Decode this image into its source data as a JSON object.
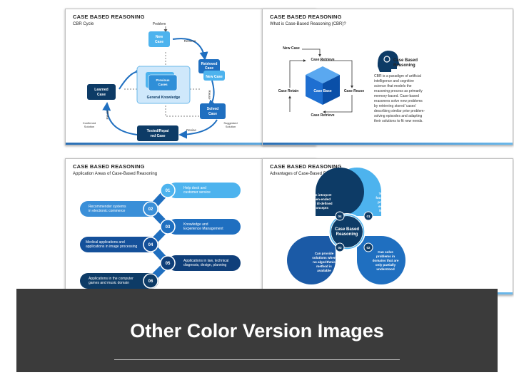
{
  "slides": [
    {
      "title": "CASE BASED REASONING",
      "subtitle": "CBR Cycle",
      "labels": {
        "problem": "Problem",
        "new_case": [
          "New",
          "Case"
        ],
        "retrieve": "Retrieve",
        "retrieved_case": [
          "Retrieved",
          "Case"
        ],
        "new_case_2": "New Case",
        "previous_cases": [
          "Previous",
          "Cases"
        ],
        "general_knowledge": "General Knowledge",
        "learned_case": [
          "Learned",
          "Case"
        ],
        "reuse": "Reuse",
        "solved_case": [
          "Solved",
          "Case"
        ],
        "suggested_solution": [
          "Suggested",
          "Solution"
        ],
        "retain": "Retain",
        "confirmed_solution": [
          "Confirmed",
          "Solution"
        ],
        "tested_case": [
          "Tested/Repai",
          "red Case"
        ],
        "revise": "Revise"
      }
    },
    {
      "title": "CASE BASED REASONING",
      "subtitle": "What is Case-Based Reasoning (CBR)?",
      "labels": {
        "new_case": "New Case",
        "case_retrieve_top": "Case Retrieve",
        "case_retain": "Case Retain",
        "case_base": "Case Base",
        "case_reuse": "Case Reuse",
        "case_retrieve_bottom": "Case Retrieve"
      },
      "side_heading": [
        "Case Based",
        "Reasoning"
      ],
      "description": [
        "CBR is a paradigm of artificial",
        "intelligence and cognitive",
        "science that models the",
        "reasoning process as primarily",
        "memory-based. Case-based",
        "reasoners solve new problems",
        "by retrieving stored 'cases'",
        "describing similar prior problem-",
        "solving episodes and adapting",
        "their solutions to fit new needs."
      ]
    },
    {
      "title": "CASE BASED REASONING",
      "subtitle": "Application Areas of Case-Based Reasoning",
      "items": [
        {
          "num": "01",
          "text": [
            "Help desk and",
            "customer service"
          ]
        },
        {
          "num": "02",
          "text": [
            "Recommender systems",
            "in electronic commerce"
          ]
        },
        {
          "num": "03",
          "text": [
            "Knowledge and",
            "Experience Management"
          ]
        },
        {
          "num": "04",
          "text": [
            "Medical applications and",
            "applications in image processing"
          ]
        },
        {
          "num": "05",
          "text": [
            "Applications in law, technical",
            "diagnosis, design, planning"
          ]
        },
        {
          "num": "06",
          "text": [
            "Applications in the computer",
            "games and music domain"
          ]
        }
      ]
    },
    {
      "title": "CASE BASED REASONING",
      "subtitle": "Advantages of Case-Based Reasoning",
      "center": [
        "Case Based",
        "Reasoning"
      ],
      "petals": [
        {
          "num": "01",
          "text": [
            "Tends to",
            "focus on the",
            "problem's",
            "essential",
            "features"
          ]
        },
        {
          "num": "02",
          "text": [
            "Can solve",
            "problems in",
            "domains that are",
            "only partially",
            "understood"
          ]
        },
        {
          "num": "03",
          "text": [
            "Can provide",
            "solutions when",
            "no algorithmic",
            "method is",
            "available"
          ]
        },
        {
          "num": "04",
          "text": [
            "Can interpret",
            "open-ended",
            "and ill-defined",
            "concepts"
          ]
        }
      ]
    }
  ],
  "banner": {
    "title": "Other Color Version Images"
  },
  "colors": {
    "dark_navy": "#0d3b66",
    "mid_blue": "#1f6fc0",
    "light_blue": "#4db3ee",
    "cube_top": "#5aa8f0",
    "cube_left": "#1e6fd1",
    "cube_right": "#0a4fa8",
    "banner": "#3b3b3b"
  }
}
